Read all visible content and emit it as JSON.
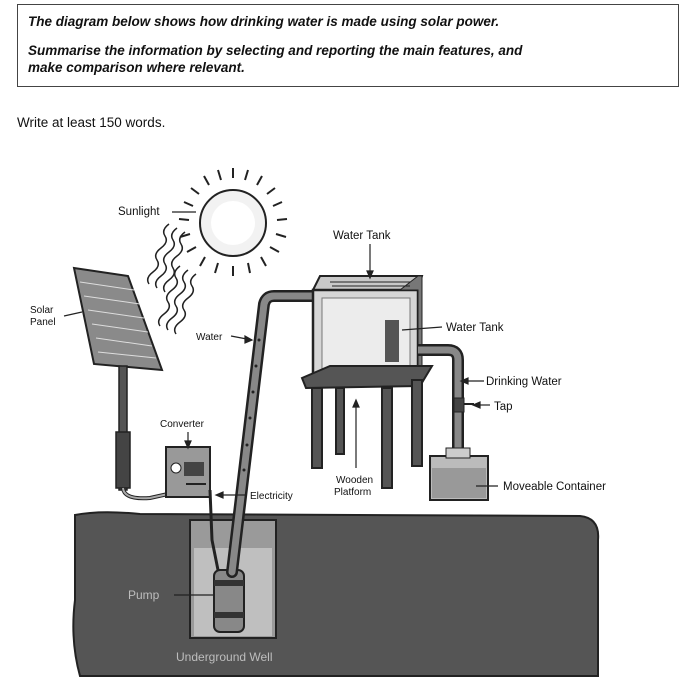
{
  "prompt": {
    "line1": "The diagram below shows how drinking water is made using solar power.",
    "line2": "Summarise the information by selecting and reporting the main features, and",
    "line3": "make comparison where relevant."
  },
  "instruction": "Write at least 150 words.",
  "labels": {
    "sunlight": "Sunlight",
    "solar_panel_1": "Solar",
    "solar_panel_2": "Panel",
    "water": "Water",
    "converter": "Converter",
    "electricity": "Electricity",
    "water_tank_top": "Water Tank",
    "water_tank_side": "Water Tank",
    "drinking_water": "Drinking Water",
    "tap": "Tap",
    "wooden_platform_1": "Wooden",
    "wooden_platform_2": "Platform",
    "moveable_container": "Moveable Container",
    "pump": "Pump",
    "underground_well": "Underground Well"
  }
}
